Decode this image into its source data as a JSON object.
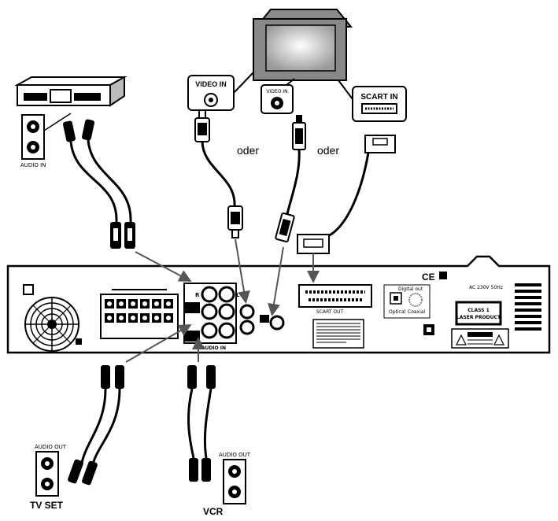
{
  "labels": {
    "video_in": "VIDEO IN",
    "video_in_rf": "VIDEO IN",
    "scart_in": "SCART IN",
    "oder_1": "oder",
    "oder_2": "oder",
    "audio_in": "AUDIO IN",
    "audio_out_tv": "AUDIO OUT",
    "tv_set": "TV SET",
    "audio_out_vcr": "AUDIO OUT",
    "vcr": "VCR",
    "scart_out": "SCART OUT",
    "digital_out": "Digital out",
    "optical": "Optical",
    "coaxial": "Coaxial",
    "class1_line1": "CLASS 1",
    "class1_line2": "LASER PRODUCT",
    "audio_in_panel": "AUDIO IN",
    "ce_mark": "CE",
    "ac_rating": "AC 230V 50Hz",
    "jack_r": "R",
    "jack_l": "L"
  },
  "colors": {
    "line": "#000000",
    "arrow": "#555555",
    "panel_fill": "#ffffff",
    "screen": "#d8d8d8"
  }
}
